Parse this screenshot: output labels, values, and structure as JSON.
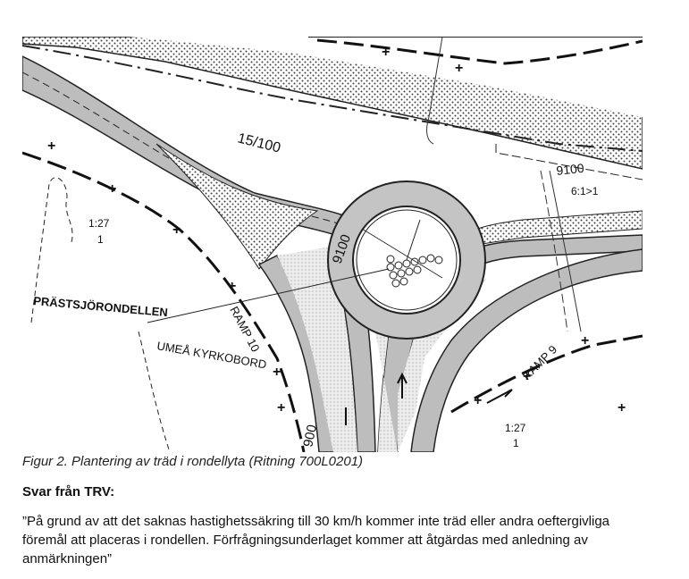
{
  "drawing": {
    "labels": {
      "grade": "15/100",
      "radius_top": "9100",
      "ratio_right": "6:1>1",
      "ratio_left_a": "1:27",
      "ratio_left_b": "1",
      "roundabout_dim": "9100",
      "roundabout_name": "PRÄSTSJÖRONDELLEN",
      "ramp_left": "RAMP 10",
      "cemetery": "UMEÅ KYRKOBORD",
      "ramp_right": "RAMP 9",
      "ratio_bottom_a": "1:27",
      "ratio_bottom_b": "1",
      "dim_bottom": "900"
    }
  },
  "caption": "Figur 2. Plantering av träd i rondellyta (Ritning 700L0201)",
  "heading": "Svar från TRV:",
  "quote_lines": [
    "”På grund av att det saknas hastighetssäkring till 30 km/h kommer inte träd eller andra oeftergivliga",
    "föremål att placeras i rondellen. Förfrågningsunderlaget kommer att åtgärdas med anledning av",
    "anmärkningen”"
  ]
}
